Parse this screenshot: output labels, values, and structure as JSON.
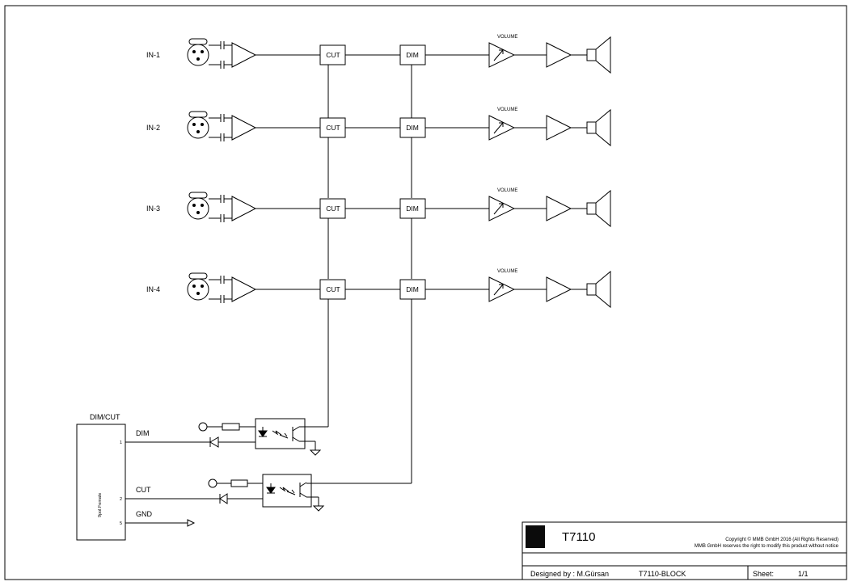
{
  "channels": [
    {
      "input_label": "IN-1",
      "cut_label": "CUT",
      "dim_label": "DIM",
      "volume_label": "VOLUME"
    },
    {
      "input_label": "IN-2",
      "cut_label": "CUT",
      "dim_label": "DIM",
      "volume_label": "VOLUME"
    },
    {
      "input_label": "IN-3",
      "cut_label": "CUT",
      "dim_label": "DIM",
      "volume_label": "VOLUME"
    },
    {
      "input_label": "IN-4",
      "cut_label": "CUT",
      "dim_label": "DIM",
      "volume_label": "VOLUME"
    }
  ],
  "connector": {
    "title": "DIM/CUT",
    "type_label": "9pol.Female",
    "pins": [
      {
        "number": "1",
        "signal": "DIM"
      },
      {
        "number": "2",
        "signal": "CUT"
      },
      {
        "number": "5",
        "signal": "GND"
      }
    ]
  },
  "title_block": {
    "model": "T7110",
    "copyright": "Copyright © MMB GmbH 2016 (All Rights Reserved)",
    "notice": "MMB GmbH reserves the right to modify this product without notice",
    "designed_by": "Designed by : M.Gürsan",
    "drawing_name": "T7110-BLOCK",
    "sheet_label": "Sheet:",
    "sheet_value": "1/1"
  }
}
